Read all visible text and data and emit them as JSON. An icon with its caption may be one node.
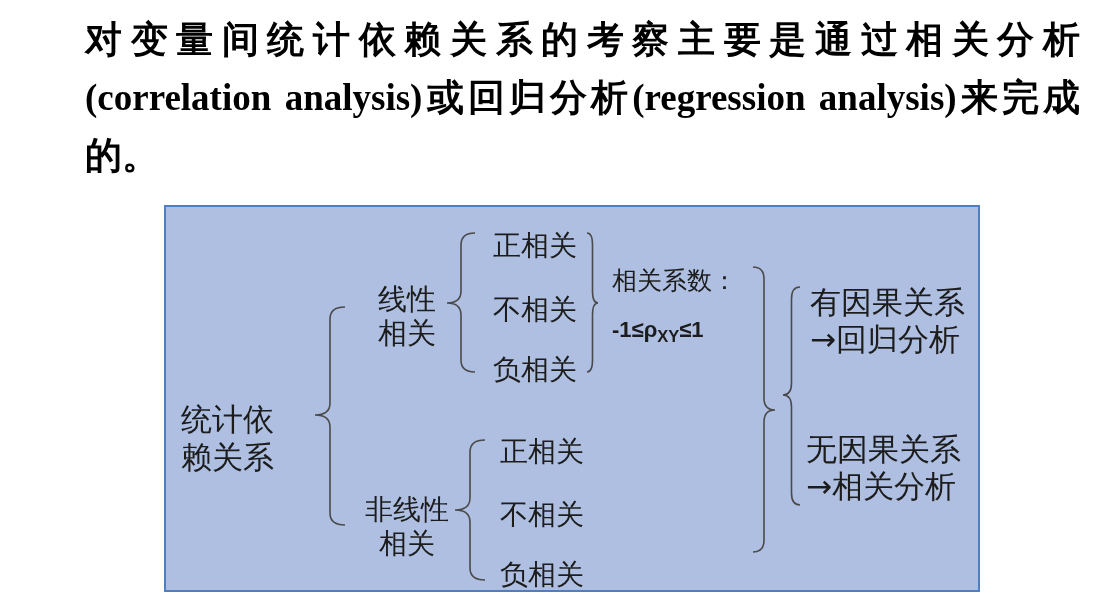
{
  "diagram": {
    "title": "对变量间统计依赖关系的考察主要是通过相关分析(correlation analysis)或回归分析(regression analysis)来完成的。",
    "nodes": [
      {
        "text": [
          "统计依赖关系",
          "线性相关",
          "正相关",
          "不相关",
          "负相关",
          "非线性相关",
          "正相关",
          "不相关",
          "负相关",
          "相关系数：",
          "-1≤ρ$_{XY}$≤1",
          "有因果关系→回归分析",
          "无因果关系→相关分析"
        ]
      }
    ]
  }
}
